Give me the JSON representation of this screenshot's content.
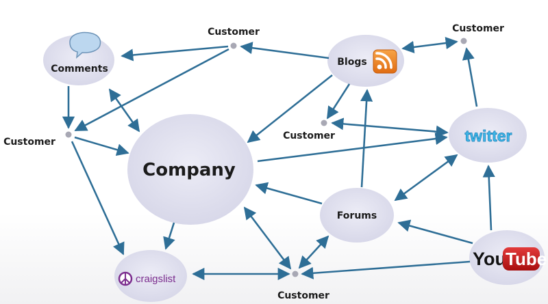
{
  "nodes": {
    "company": "Company",
    "comments": "Comments",
    "blogs": "Blogs",
    "twitter": "twitter",
    "forums": "Forums",
    "craigslist": "craigslist",
    "youtube_you": "You",
    "youtube_tube": "Tube"
  },
  "customers": {
    "top": "Customer",
    "left": "Customer",
    "right_top": "Customer",
    "middle": "Customer",
    "bottom": "Customer"
  },
  "colors": {
    "arrow": "#2e6e96",
    "node_fill": "#dcdcec",
    "dot": "#a8a8b4",
    "twitter": "#3fb8e8",
    "youtube_red": "#cc1a1a",
    "rss_orange": "#f08a24",
    "craigslist_purple": "#7b2d8e"
  }
}
